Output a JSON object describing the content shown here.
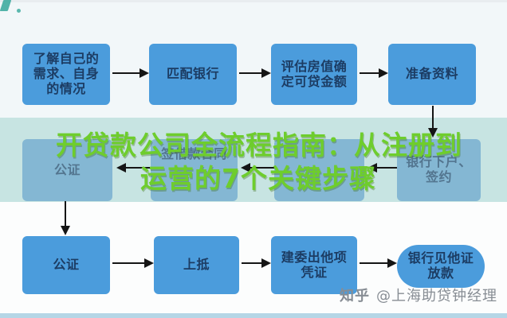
{
  "title": {
    "line1": "开贷款公司全流程指南：从注册到",
    "line2": "运营的7个关键步骤"
  },
  "flowchart": {
    "row1": [
      {
        "label": "了解自己的\n需求、自身\n的情况"
      },
      {
        "label": "匹配银行"
      },
      {
        "label": "评估房值确\n定可贷金额"
      },
      {
        "label": "准备资料"
      }
    ],
    "row2": [
      {
        "label": "公证"
      },
      {
        "label": "签借款合同"
      },
      {
        "label": ""
      },
      {
        "label": "银行下户、\n签约"
      }
    ],
    "row3": [
      {
        "label": "公证"
      },
      {
        "label": "上抵"
      },
      {
        "label": "建委出他项\n凭证"
      },
      {
        "label": "银行见他证\n放款"
      }
    ]
  },
  "watermark": {
    "brand": "知乎",
    "handle": "@上海助贷钟经理"
  },
  "colors": {
    "box_blue": "#4b9cdc",
    "box_washed": "#84b7d3",
    "box_text": "#1c3c63",
    "title_green": "#6ecd2d",
    "band_teal": "#c7e4e2",
    "arrow_black": "#151515",
    "watermark_gray": "#878d94"
  }
}
